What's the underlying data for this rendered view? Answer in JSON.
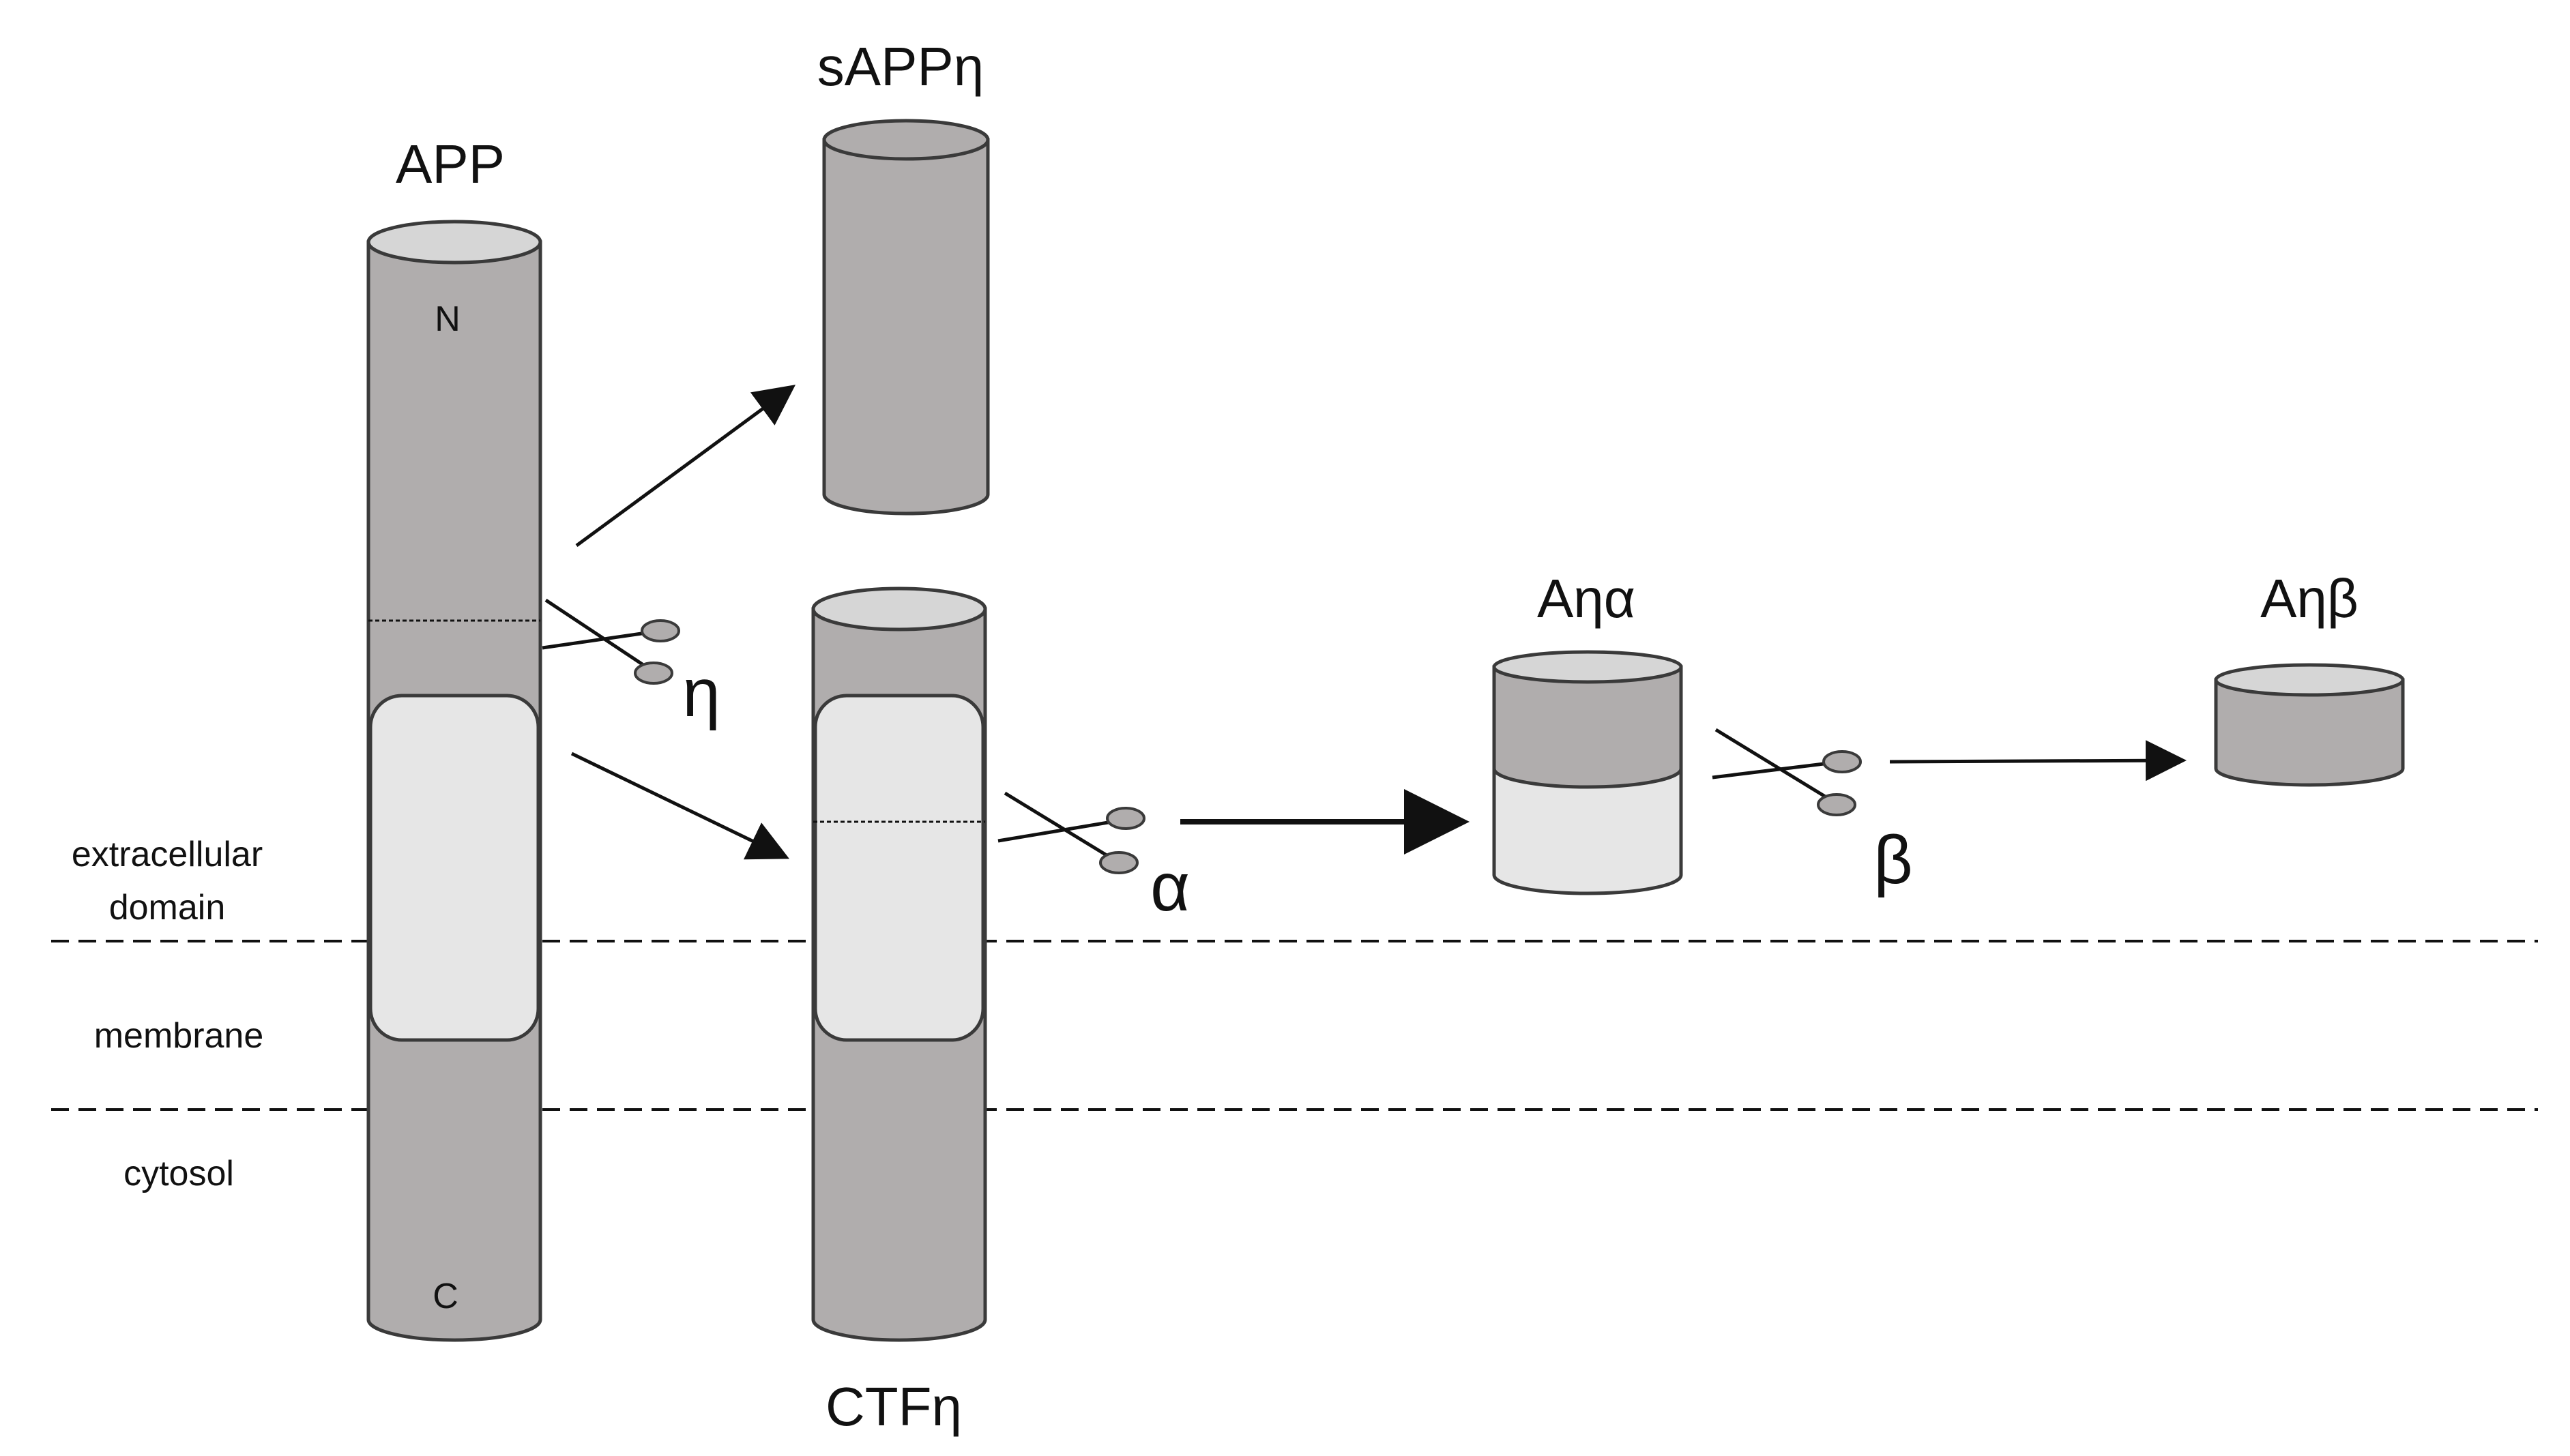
{
  "labels": {
    "app": "APP",
    "n_terminus": "N",
    "c_terminus": "C",
    "sappeta": "sAPPη",
    "ctfeta": "CTFη",
    "aeta_alpha": "Aηα",
    "aeta_beta": "Aηβ",
    "eta": "η",
    "alpha": "α",
    "beta": "β"
  },
  "regions": {
    "extracellular_line1": "extracellular",
    "extracellular_line2": "domain",
    "membrane": "membrane",
    "cytosol": "cytosol"
  },
  "colors": {
    "dark_body": "#b0adad",
    "light_body": "#e6e6e6",
    "cap": "#d6d6d6",
    "outline": "#3a3a3a",
    "line": "#111111",
    "background": "#ffffff"
  },
  "icons": [
    "scissors-icon",
    "arrow-icon"
  ]
}
